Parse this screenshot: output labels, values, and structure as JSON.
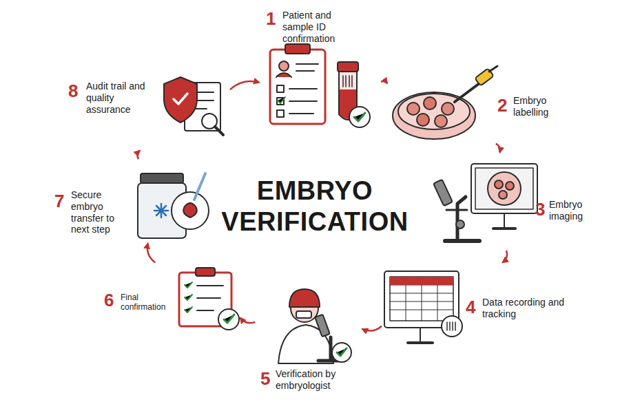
{
  "diagram": {
    "title": "EMBRYO VERIFICATION",
    "nodes": [
      {
        "text": [
          "1",
          "Patient and sample ID confirmation"
        ]
      },
      {
        "text": [
          "2",
          "Embryo labelling"
        ]
      },
      {
        "text": [
          "3",
          "Embryo imaging"
        ]
      },
      {
        "text": [
          "4",
          "Data recording and tracking"
        ]
      },
      {
        "text": [
          "5",
          "Verification by embryologist"
        ]
      },
      {
        "text": [
          "6",
          "Final confirmation"
        ]
      },
      {
        "text": [
          "7",
          "Secure embryo transfer to next step"
        ]
      },
      {
        "text": [
          "8",
          "Audit trail and quality assurance"
        ]
      }
    ],
    "edges": [
      {
        "from": 0,
        "to": 1,
        "arrow": "to"
      },
      {
        "from": 1,
        "to": 2,
        "arrow": "to"
      },
      {
        "from": 2,
        "to": 3,
        "arrow": "to"
      },
      {
        "from": 3,
        "to": 4,
        "arrow": "to"
      },
      {
        "from": 4,
        "to": 5,
        "arrow": "to"
      },
      {
        "from": 5,
        "to": 6,
        "arrow": "to"
      },
      {
        "from": 6,
        "to": 7,
        "arrow": "to"
      },
      {
        "from": 7,
        "to": 0,
        "arrow": "to"
      }
    ]
  }
}
